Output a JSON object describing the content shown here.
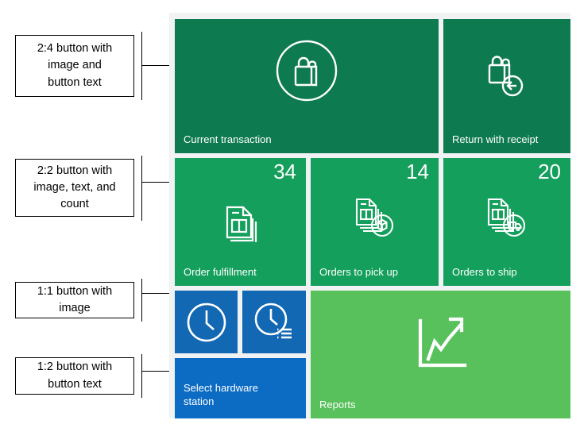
{
  "annotations": [
    {
      "id": "callout-2x4",
      "text": "2:4 button with\nimage and\nbutton text"
    },
    {
      "id": "callout-2x2",
      "text": "2:2 button with\nimage, text, and\ncount"
    },
    {
      "id": "callout-1x1",
      "text": "1:1 button with\nimage"
    },
    {
      "id": "callout-1x2",
      "text": "1:2 button with\nbutton text"
    }
  ],
  "colors": {
    "board_background": "#f0f2f4",
    "green_dark": "#0E7A50",
    "green_mid": "#14A05C",
    "green_light": "#59C15C",
    "blue": "#1268B3",
    "blue_wide": "#0C6CC4",
    "tile_text": "#ffffff",
    "callout_border": "#000000"
  },
  "tiles": [
    {
      "id": "current-transaction",
      "label": "Current transaction",
      "count": "",
      "icon": "shopping-bag-in-circle-icon",
      "size": "2:4",
      "color": "#0E7A50"
    },
    {
      "id": "return-with-receipt",
      "label": "Return with receipt",
      "count": "",
      "icon": "shopping-bag-with-back-arrow-icon",
      "size": "2:2",
      "color": "#0E7A50"
    },
    {
      "id": "order-fulfillment",
      "label": "Order fulfillment",
      "count": "34",
      "icon": "stacked-documents-icon",
      "size": "2:2",
      "color": "#14A05C"
    },
    {
      "id": "orders-to-pick-up",
      "label": "Orders to pick up",
      "count": "14",
      "icon": "documents-with-package-check-icon",
      "size": "2:2",
      "color": "#14A05C"
    },
    {
      "id": "orders-to-ship",
      "label": "Orders to ship",
      "count": "20",
      "icon": "documents-with-truck-icon",
      "size": "2:2",
      "color": "#14A05C"
    },
    {
      "id": "open-drawer",
      "label": "",
      "count": "",
      "icon": "clock-icon",
      "size": "1:1",
      "color": "#1268B3"
    },
    {
      "id": "time-registration",
      "label": "",
      "count": "",
      "icon": "clock-with-list-icon",
      "size": "1:1",
      "color": "#1268B3"
    },
    {
      "id": "select-hardware-station",
      "label": "Select hardware\nstation",
      "count": "",
      "icon": "",
      "size": "1:2",
      "color": "#0C6CC4"
    },
    {
      "id": "reports",
      "label": "Reports",
      "count": "",
      "icon": "growth-chart-arrow-icon",
      "size": "2:4",
      "color": "#59C15C"
    }
  ]
}
